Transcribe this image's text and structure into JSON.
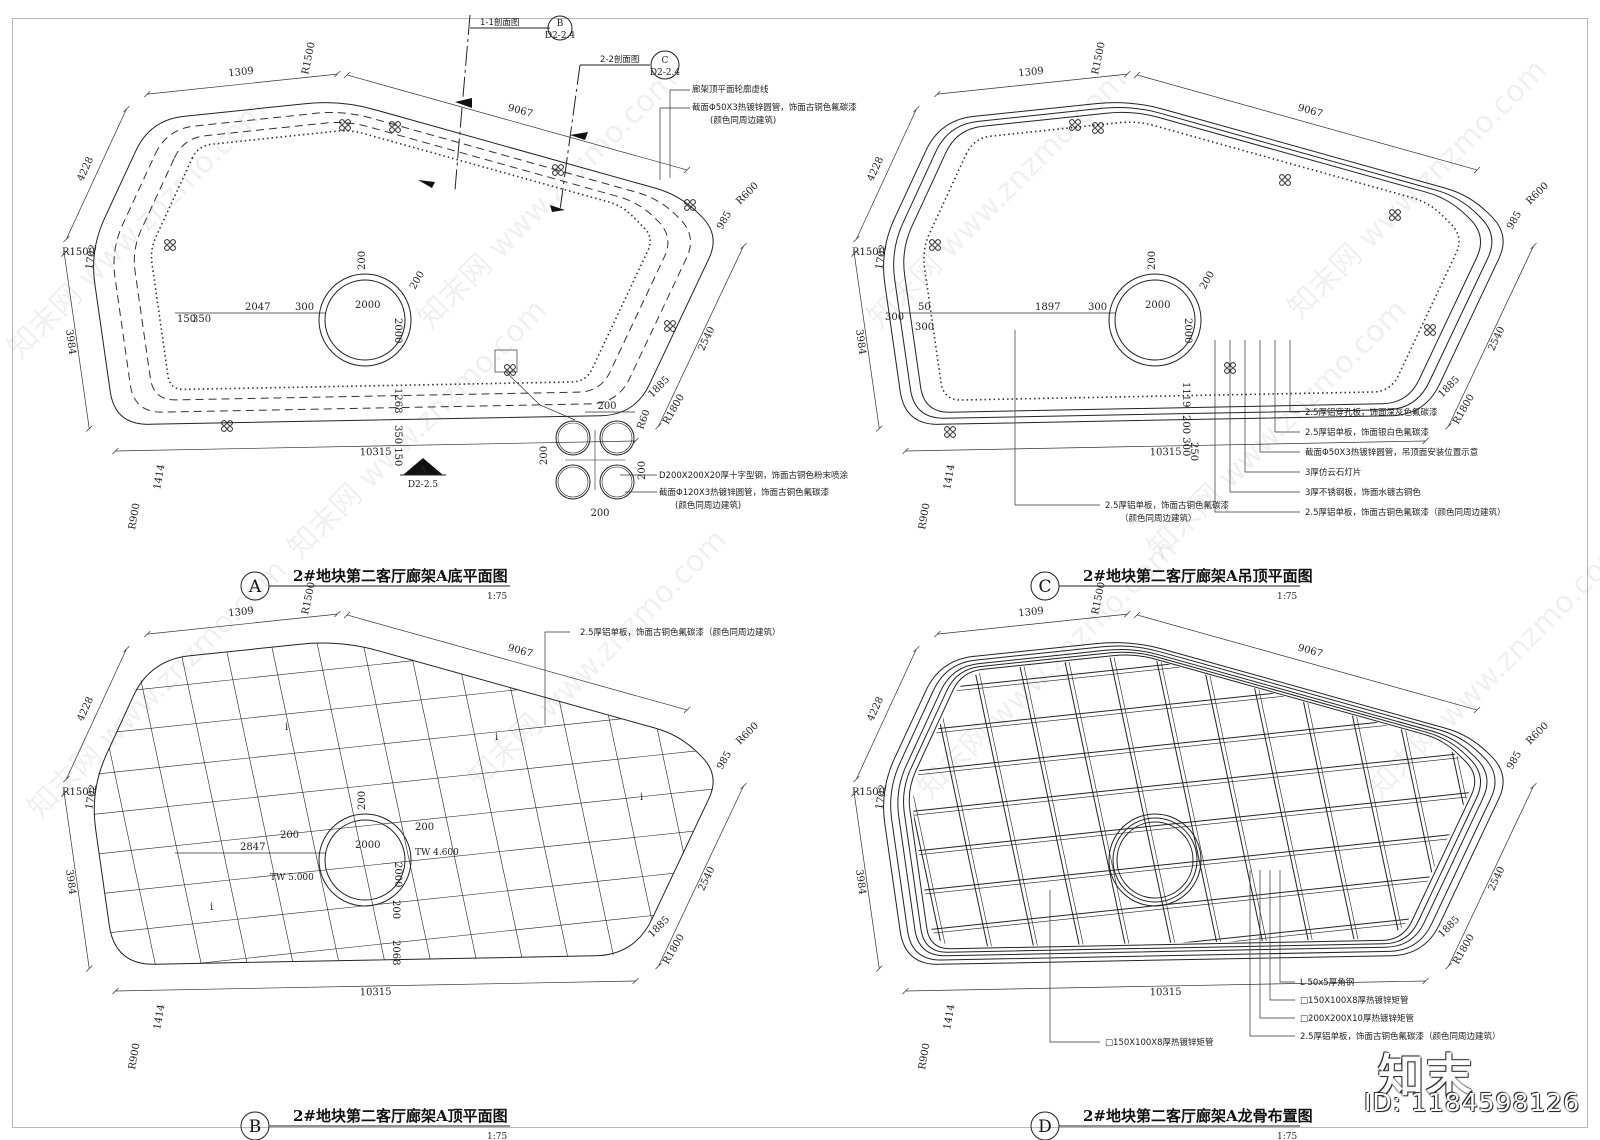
{
  "panels": {
    "A": {
      "bubble": "A",
      "title": "2#地块第二客厅廊架A底平面图",
      "scale": "1:75",
      "dims": [
        "R1500",
        "1309",
        "9067",
        "R600",
        "985",
        "4228",
        "R1500",
        "1702",
        "2540",
        "3984",
        "10315",
        "1885",
        "R1800",
        "1414",
        "R900",
        "200",
        "200",
        "2000",
        "2000",
        "2047",
        "300",
        "150",
        "350",
        "1268",
        "350",
        "150",
        "200",
        "200",
        "200",
        "200"
      ],
      "notes": [
        "廊架顶平面轮廓虚线",
        "截面Φ50X3热镀锌圆管，饰面古铜色氟碳漆",
        "(颜色同周边建筑)",
        "D200X200X20厚十字型钢，饰面古铜色粉末喷涂",
        "截面Φ120X3热镀锌圆管，饰面古铜色氟碳漆",
        "(颜色同周边建筑)"
      ],
      "section1": {
        "label": "1-1剖面图",
        "ref": "B",
        "sheet": "D2-2.4"
      },
      "section2": {
        "label": "2-2剖面图",
        "ref": "C",
        "sheet": "D2-2.4"
      },
      "elev": {
        "ref": "A",
        "sheet": "D2-2.5"
      },
      "detail_r": "R60"
    },
    "B": {
      "bubble": "B",
      "title": "2#地块第二客厅廊架A顶平面图",
      "scale": "1:75",
      "dims": [
        "R1500",
        "1309",
        "9067",
        "R600",
        "985",
        "4228",
        "R1500",
        "1702",
        "2540",
        "3984",
        "10315",
        "1885",
        "R1800",
        "1414",
        "R900",
        "200",
        "200",
        "2000",
        "2000",
        "2847",
        "200",
        "200",
        "2068"
      ],
      "notes": [
        "2.5厚铝单板，饰面古铜色氟碳漆（颜色同周边建筑）"
      ],
      "levels": [
        "TW 4.600",
        "TW 5.000"
      ],
      "slope": "i"
    },
    "C": {
      "bubble": "C",
      "title": "2#地块第二客厅廊架A吊顶平面图",
      "scale": "1:75",
      "dims": [
        "R1500",
        "1309",
        "9067",
        "R600",
        "985",
        "4228",
        "R1500",
        "1702",
        "2540",
        "3984",
        "10315",
        "1885",
        "R1800",
        "1414",
        "R900",
        "200",
        "200",
        "2000",
        "2000",
        "1897",
        "300",
        "300",
        "50",
        "300",
        "1119",
        "200",
        "300",
        "250",
        "50"
      ],
      "notes": [
        "2.5厚铝穿孔板，饰面深灰色氟碳漆",
        "2.5厚铝单板，饰面银白色氟碳漆",
        "截面Φ50X3热镀锌圆管，吊顶面安装位置示意",
        "3厚仿云石灯片",
        "3厚不锈钢板，饰面水镀古铜色",
        "2.5厚铝单板，饰面古铜色氟碳漆（颜色同周边建筑）",
        "2.5厚铝单板，饰面古铜色氟碳漆",
        "（颜色同周边建筑）"
      ]
    },
    "D": {
      "bubble": "D",
      "title": "2#地块第二客厅廊架A龙骨布置图",
      "scale": "1:75",
      "dims": [
        "R1500",
        "1309",
        "9067",
        "R600",
        "985",
        "4228",
        "R1500",
        "1702",
        "2540",
        "3984",
        "10315",
        "1885",
        "R1800",
        "1414",
        "R900"
      ],
      "notes": [
        "L 50x5厚角钢",
        "□150X100X8厚热镀锌矩管",
        "□200X200X10厚热镀锌矩管",
        "2.5厚铝单板，饰面古铜色氟碳漆（颜色同周边建筑）",
        "□150X100X8厚热镀锌矩管"
      ]
    }
  },
  "watermark": {
    "text": "www.znzmo.com",
    "brand": "知末网"
  },
  "logo": "知末",
  "id_text": "ID: 1184598126"
}
